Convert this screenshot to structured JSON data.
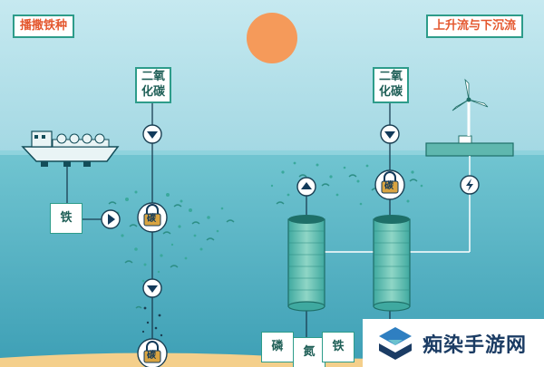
{
  "labels": {
    "left_title": "播撒铁种",
    "right_title": "上升流与下沉流",
    "co2_left_line1": "二氧",
    "co2_left_line2": "化碳",
    "co2_right_line1": "二氧",
    "co2_right_line2": "化碳",
    "iron_box": "铁",
    "lock_label": "碳",
    "nutrient_phosphorus": "磷",
    "nutrient_nitrogen": "氮",
    "nutrient_iron": "铁"
  },
  "watermark": {
    "text": "痴染手游网"
  },
  "colors": {
    "sky_top": "#bfe6ee",
    "sky_bottom": "#a5d9e4",
    "sea_top": "#6cc2cf",
    "sea_bottom": "#3a9eb4",
    "sand": "#f4cf8b",
    "sun": "#f59a5a",
    "accent_green": "#2d9c8a",
    "title_red": "#e4572e",
    "navy": "#123a5a",
    "lock_gold": "#d9a441"
  },
  "icons": [
    "ship-icon",
    "sun-icon",
    "wind-turbine-icon",
    "lightning-icon",
    "lock-icon",
    "arrow-down-icon",
    "arrow-up-icon",
    "arrow-right-icon",
    "pipe-icon",
    "watermark-logo-icon"
  ]
}
